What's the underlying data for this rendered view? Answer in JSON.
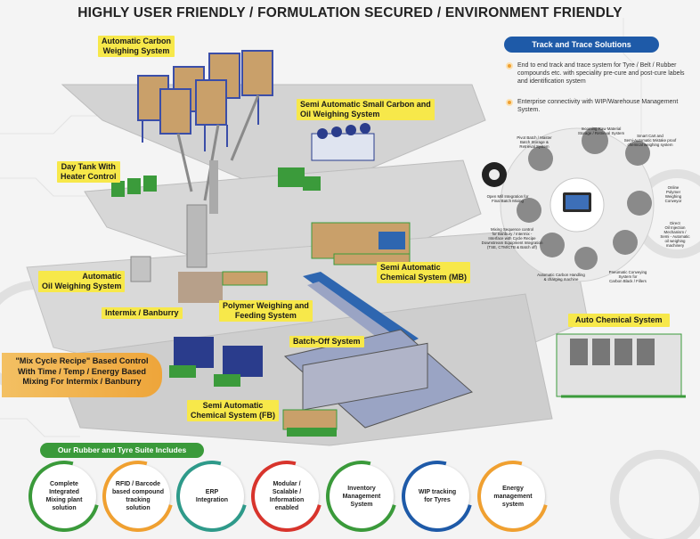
{
  "title": "HIGHLY USER FRIENDLY / FORMULATION SECURED / ENVIRONMENT FRIENDLY",
  "callouts": {
    "carbon_weighing": [
      "Automatic Carbon",
      "Weighing System"
    ],
    "small_carbon": [
      "Semi Automatic Small Carbon and",
      "Oil Weighing System"
    ],
    "day_tank": [
      "Day Tank With",
      "Heater Control"
    ],
    "oil_weighing": [
      "Automatic",
      "Oil Weighing System"
    ],
    "intermix": "Intermix / Banburry",
    "polymer": [
      "Polymer Weighing and",
      "Feeding System"
    ],
    "chemical_mb": [
      "Semi Automatic",
      "Chemical System (MB)"
    ],
    "batch_off": "Batch-Off System",
    "chemical_fb": [
      "Semi Automatic",
      "Chemical System (FB)"
    ],
    "auto_chemical": "Auto Chemical System"
  },
  "mix_cycle": [
    "\"Mix Cycle Recipe\" Based Control",
    "With Time / Temp / Energy Based",
    "Mixing For  Intermix / Banburry"
  ],
  "track_trace": {
    "header": "Track and Trace Solutions",
    "items": [
      "End to end track and trace system for Tyre / Belt / Rubber compounds etc. with speciality pre-cure and post-cure labels and identification system",
      "Enterprise connectivity with WIP/Warehouse Management System."
    ]
  },
  "wheel_labels": [
    [
      "Incoming Raw Material",
      "Storage / Retrieval System"
    ],
    [
      "Pivot Batch / Master",
      "Batch Storage &",
      "Retrieval System"
    ],
    [
      "Smart Cart and",
      "Semi-Automatic Mistake proof",
      "chemical weighing system"
    ],
    [
      "Open Mill Integration for",
      "Final Batch Mixing"
    ],
    [
      "Online",
      "Polymer",
      "Weighing",
      "Conveyor"
    ],
    [
      "Mixing Sequence control",
      "for Banbury / Intermix -",
      "Interface with Cycle Recipe",
      "Downstream Equipment Integration",
      "(TSE, CTM/CTB & Batch off)"
    ],
    [
      "Direct",
      "Oil Injection",
      "Mechanism /",
      "Semi - Automatic",
      "oil weighing",
      "machinery"
    ],
    [
      "Automatic Carbon Handling",
      "& charging machine"
    ],
    [
      "Pneumatic Conveying",
      "System for",
      "Carbon Black / Fillers"
    ]
  ],
  "suite": {
    "header": "Our Rubber and Tyre Suite Includes",
    "items": [
      {
        "label": [
          "Complete",
          "Integrated",
          "Mixing plant",
          "solution"
        ],
        "color": "#3a9a3a"
      },
      {
        "label": [
          "RFID / Barcode",
          "based compound",
          "tracking",
          "solution"
        ],
        "color": "#f0a030"
      },
      {
        "label": [
          "ERP",
          "Integration"
        ],
        "color": "#2e9a8a"
      },
      {
        "label": [
          "Modular /",
          "Scalable /",
          "Information",
          "enabled"
        ],
        "color": "#d8342c"
      },
      {
        "label": [
          "Inventory",
          "Management",
          "System"
        ],
        "color": "#3a9a3a"
      },
      {
        "label": [
          "WIP tracking",
          "for Tyres"
        ],
        "color": "#1e5aa8"
      },
      {
        "label": [
          "Energy",
          "management",
          "system"
        ],
        "color": "#f0a030"
      }
    ]
  }
}
